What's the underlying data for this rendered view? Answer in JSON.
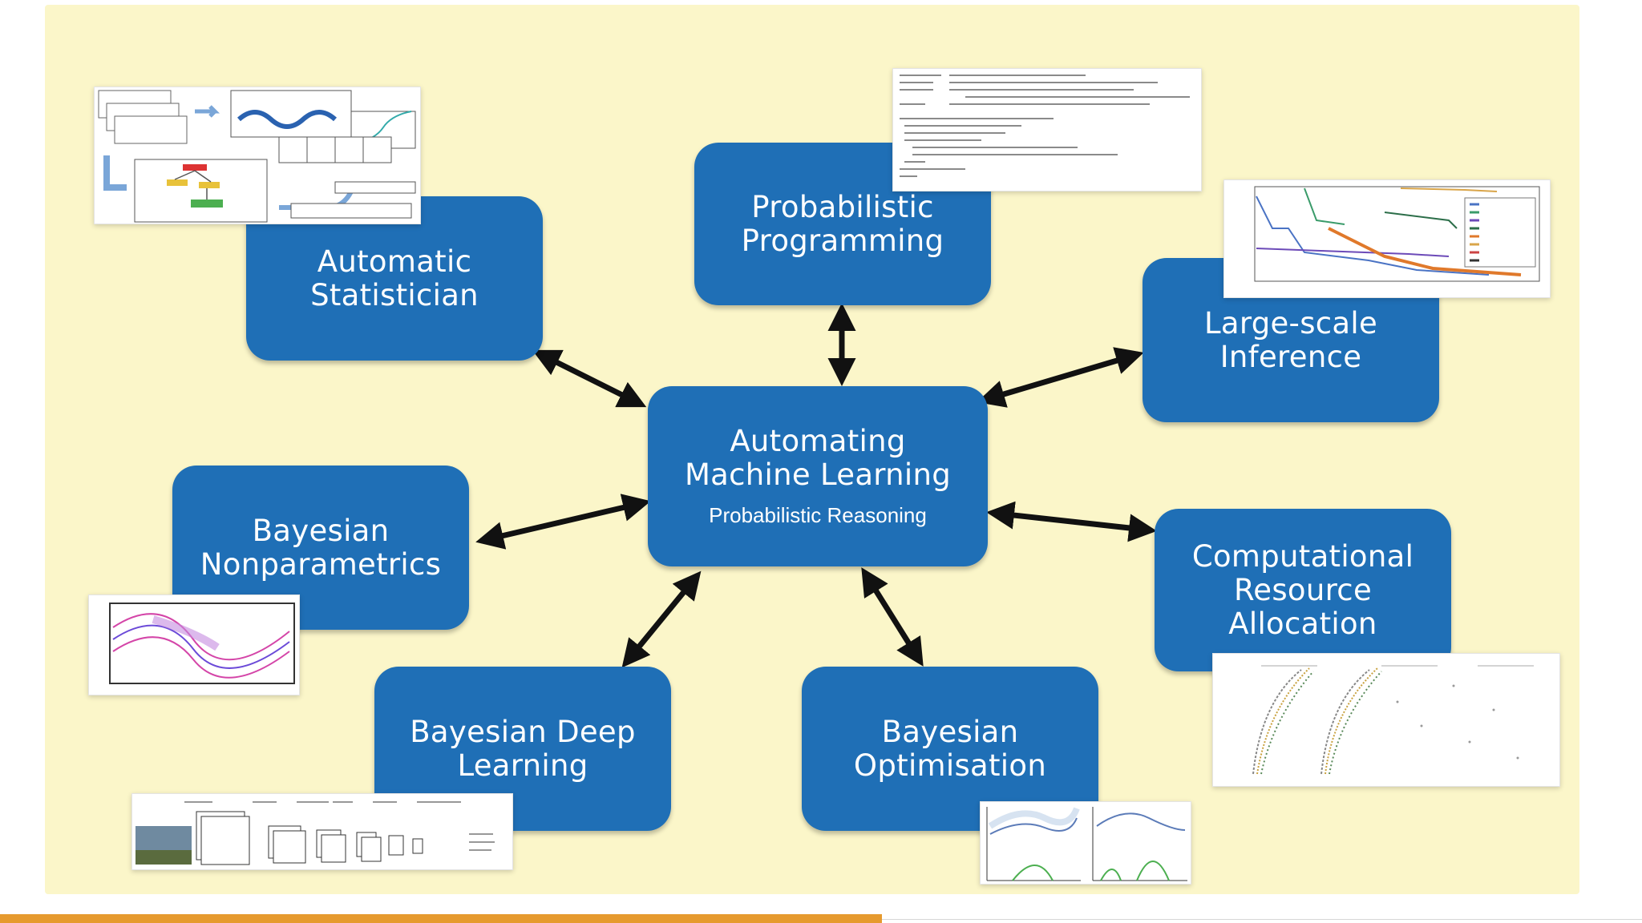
{
  "center": {
    "title": "Automating\nMachine Learning",
    "subtitle": "Probabilistic Reasoning"
  },
  "nodes": [
    {
      "id": "automatic-statistician",
      "label": "Automatic\nStatistician"
    },
    {
      "id": "probabilistic-programming",
      "label": "Probabilistic\nProgramming"
    },
    {
      "id": "large-scale-inference",
      "label": "Large-scale\nInference"
    },
    {
      "id": "bayesian-nonparametrics",
      "label": "Bayesian\nNonparametrics"
    },
    {
      "id": "computational-resource-allocation",
      "label": "Computational\nResource\nAllocation"
    },
    {
      "id": "bayesian-deep-learning",
      "label": "Bayesian Deep\nLearning"
    },
    {
      "id": "bayesian-optimisation",
      "label": "Bayesian\nOptimisation"
    }
  ],
  "colors": {
    "panel_background": "#fbf6c9",
    "node_fill": "#1f6fb6",
    "node_text": "#ffffff",
    "arrow": "#111111",
    "accent_bar": "#e69a2e"
  },
  "thumbnails": [
    {
      "id": "automatic-statistician-figure",
      "icon": "pipeline-diagram"
    },
    {
      "id": "probabilistic-program-code",
      "icon": "code-listing"
    },
    {
      "id": "inference-convergence-plot",
      "icon": "line-plot"
    },
    {
      "id": "gaussian-process-plot",
      "icon": "line-plot"
    },
    {
      "id": "learning-curves-plot",
      "icon": "scatter-plot"
    },
    {
      "id": "cnn-architecture-figure",
      "icon": "network-diagram"
    },
    {
      "id": "bayesian-optimisation-plot",
      "icon": "line-plot"
    }
  ]
}
